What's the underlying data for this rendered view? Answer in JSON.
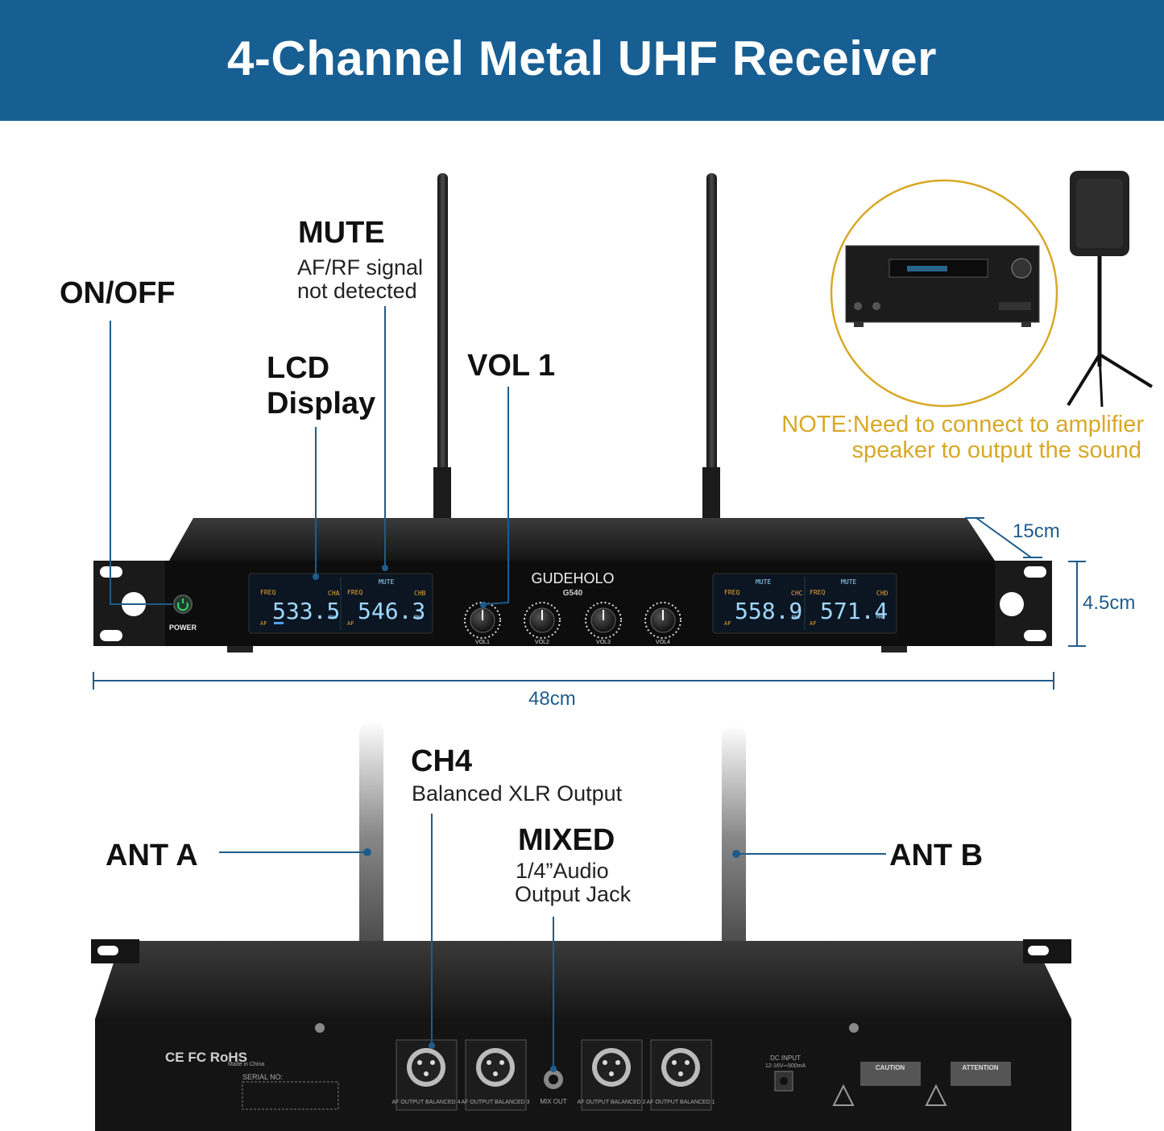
{
  "banner": {
    "title": "4-Channel Metal UHF Receiver"
  },
  "callouts": {
    "on_off": "ON/OFF",
    "mute_title": "MUTE",
    "mute_line1": "AF/RF signal",
    "mute_line2": "not detected",
    "lcd_line1": "LCD",
    "lcd_line2": "Display",
    "vol1": "VOL 1",
    "ch4_title": "CH4",
    "ch4_sub": "Balanced XLR Output",
    "mixed_title": "MIXED",
    "mixed_line1": "1/4”Audio",
    "mixed_line2": "Output Jack",
    "ant_a": "ANT A",
    "ant_b": "ANT B"
  },
  "dimensions": {
    "depth": "15cm",
    "height": "4.5cm",
    "width": "48cm"
  },
  "note": {
    "line1": "NOTE:Need to connect to amplifier",
    "line2": "speaker to output the sound"
  },
  "front_panel": {
    "brand": "GUDEHOLO",
    "model": "G540",
    "power_label": "POWER",
    "freq_label": "FREQ",
    "mute_label": "MUTE",
    "af_label": "AF",
    "mhz": "MHz",
    "channels": [
      {
        "name": "CHA",
        "freq": "533.5"
      },
      {
        "name": "CHB",
        "freq": "546.3"
      },
      {
        "name": "CHC",
        "freq": "558.9"
      },
      {
        "name": "CHD",
        "freq": "571.4"
      }
    ],
    "knobs": [
      "VOL1",
      "VOL2",
      "VOL3",
      "VOL4"
    ]
  },
  "rear_panel": {
    "cert": "CE FC RoHS",
    "made_in": "Made in China",
    "serial": "SERIAL NO:",
    "outputs": [
      "AF OUTPUT BALANCED 4",
      "AF OUTPUT BALANCED 3",
      "AF OUTPUT BALANCED 2",
      "AF OUTPUT BALANCED 1"
    ],
    "mix_out": "MIX OUT",
    "dc_input": "DC INPUT",
    "dc_spec": "12-16V⎓500mA",
    "caution": "CAUTION",
    "attention": "ATTENTION"
  },
  "colors": {
    "banner": "#175e93",
    "dimension": "#1f5c8c",
    "note": "#d8a826",
    "lcd": "#9fd8ff"
  }
}
